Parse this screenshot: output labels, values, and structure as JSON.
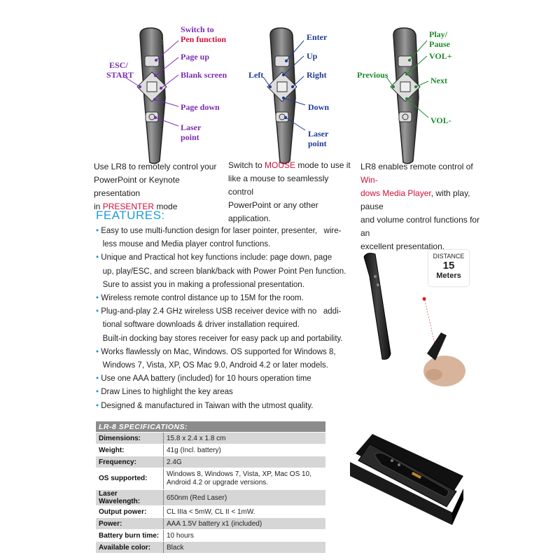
{
  "panel1": {
    "labels": {
      "switch_to": "Switch to",
      "pen_function": "Pen function",
      "page_up": "Page up",
      "esc_start_1": "ESC/",
      "esc_start_2": "START",
      "blank_screen": "Blank screen",
      "page_down": "Page down",
      "laser_point_1": "Laser",
      "laser_point_2": "point"
    },
    "caption": {
      "line1": "Use LR8 to remotely control your",
      "line2": "PowerPoint or Keynote presentation",
      "line3_pre": "in ",
      "line3_red": "PRESENTER",
      "line3_post": " mode"
    }
  },
  "panel2": {
    "labels": {
      "enter": "Enter",
      "up": "Up",
      "left": "Left",
      "right": "Right",
      "down": "Down",
      "laser_point_1": "Laser",
      "laser_point_2": "point"
    },
    "caption": {
      "line1_pre": "Switch to ",
      "line1_red": "MOUSE",
      "line1_post": " mode to use it",
      "line2": "like a mouse to seamlessly control",
      "line3": "PowerPoint or any other application."
    }
  },
  "panel3": {
    "labels": {
      "play_1": "Play/",
      "play_2": "Pause",
      "vol_plus": "VOL+",
      "previous": "Previous",
      "next": "Next",
      "vol_minus": "VOL-"
    },
    "caption": {
      "line1_pre": "LR8 enables remote control of ",
      "line1_red": "Win-",
      "line2_red": "dows Media Player",
      "line2_post": ", with play, pause",
      "line3": "and volume control functions for an",
      "line4": "excellent presentation."
    }
  },
  "features": {
    "title": "FEATURES:",
    "lines": [
      {
        "bullet": "•",
        "text": " Easy to use multi-function design for laser pointer, presenter,   wire-"
      },
      {
        "bullet": "",
        "text": "   less mouse and Media player control functions."
      },
      {
        "bullet": "•",
        "text": " Unique and Practical hot key functions include: page down, page"
      },
      {
        "bullet": "",
        "text": "   up, play/ESC, and screen blank/back with Power Point Pen function."
      },
      {
        "bullet": "",
        "text": "   Sure to assist you in making a professional presentation."
      },
      {
        "bullet": "•",
        "text": " Wireless remote control distance up to 15M for the room."
      },
      {
        "bullet": "•",
        "text": " Plug-and-play 2.4 GHz wireless USB receiver device with no   addi-"
      },
      {
        "bullet": "",
        "text": "   tional software downloads & driver installation required."
      },
      {
        "bullet": "",
        "text": "   Built-in docking bay stores receiver for easy pack up and portability."
      },
      {
        "bullet": "•",
        "text": " Works flawlessly on Mac, Windows. OS supported for Windows 8,"
      },
      {
        "bullet": "",
        "text": "   Windows 7, Vista, XP, OS Mac 9.0, Android 4.2 or later models."
      },
      {
        "bullet": "•",
        "text": " Use one AAA battery (included) for 10 hours operation time"
      },
      {
        "bullet": "•",
        "text": " Draw Lines to highlight the key areas"
      },
      {
        "bullet": "•",
        "text": " Designed & manufactured in Taiwan with the utmost quality."
      }
    ]
  },
  "distance_badge": {
    "label": "DISTANCE",
    "value": "15",
    "unit": "Meters"
  },
  "specs": {
    "title": "LR-8 SPECIFICATIONS:",
    "rows": [
      {
        "key": "Dimensions:",
        "value": "15.8 x 2.4 x 1.8 cm"
      },
      {
        "key": "Weight:",
        "value": "41g  (Incl. battery)"
      },
      {
        "key": "Frequency:",
        "value": "2.4G"
      },
      {
        "key": "OS supported:",
        "value": "Windows 8, Windows 7, Vista, XP, Mac OS 10,",
        "value2": "Android 4.2 or upgrade versions."
      },
      {
        "key": "Laser Wavelength:",
        "value": "650nm (Red Laser)"
      },
      {
        "key": "Output power:",
        "value": "CL IIIa < 5mW, CL II < 1mW."
      },
      {
        "key": "Power:",
        "value": "AAA 1.5V battery x1 (included)"
      },
      {
        "key": "Battery burn time:",
        "value": "10  hours"
      },
      {
        "key": "Available color:",
        "value": "Black"
      }
    ]
  },
  "colors": {
    "purple": "#7a2db0",
    "red": "#d0103a",
    "blue": "#1e3c9a",
    "green": "#1e8a2e",
    "features_blue": "#1e9bd7"
  }
}
